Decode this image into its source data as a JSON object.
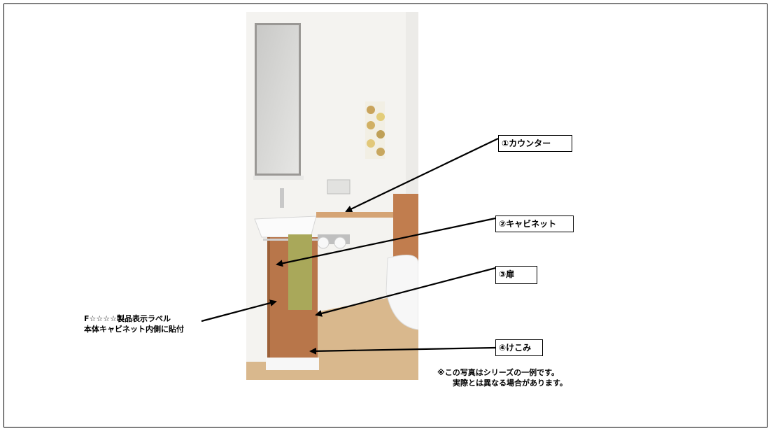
{
  "callouts": [
    {
      "id": "counter",
      "label": "①カウンター"
    },
    {
      "id": "cabinet",
      "label": "②キャビネット"
    },
    {
      "id": "door",
      "label": "③扉"
    },
    {
      "id": "kick",
      "label": "④けこみ"
    }
  ],
  "label_note": {
    "line1": "F☆☆☆☆製品表示ラベル",
    "line2": "本体キャビネット内側に貼付"
  },
  "photo_note": {
    "line1": "※この写真はシリーズの一例です。",
    "line2": "実際とは異なる場合があります。"
  },
  "colors": {
    "cabinet_wood": "#b8764a",
    "counter_wood": "#d5a475",
    "floor": "#d9b88d",
    "wall": "#f4f3f0"
  }
}
